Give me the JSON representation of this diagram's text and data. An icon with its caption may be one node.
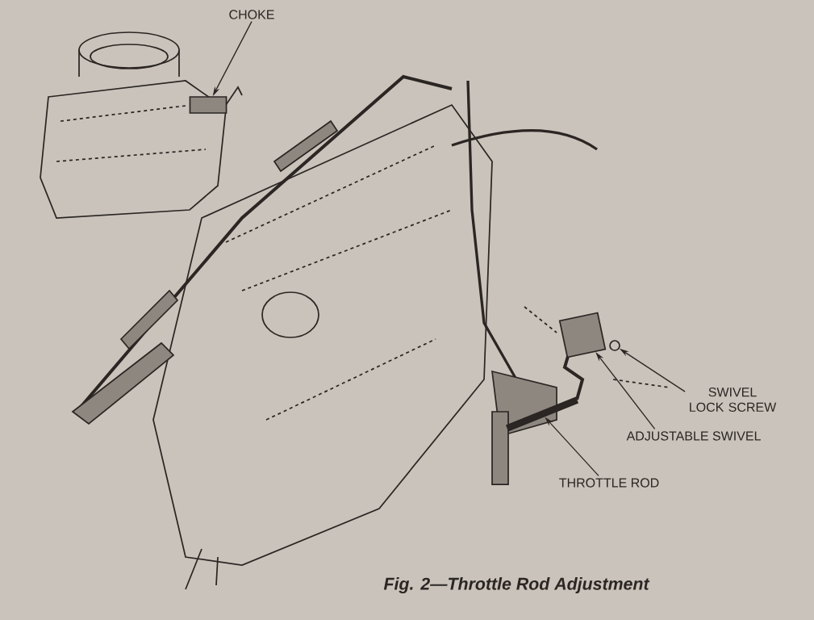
{
  "diagram": {
    "caption": "Fig. 2—Throttle Rod Adjustment",
    "nodes": [
      {
        "text": [
          "CHOKE"
        ]
      },
      {
        "text": [
          "SWIVEL LOCK SCREW"
        ]
      },
      {
        "text": [
          "ADJUSTABLE SWIVEL"
        ]
      },
      {
        "text": [
          "THROTTLE ROD"
        ]
      },
      {
        "text": [],
        "shape": "box"
      },
      {
        "text": [],
        "shape": "circle"
      },
      {
        "text": [],
        "shape": "box"
      },
      {
        "text": [],
        "shape": "bar"
      }
    ],
    "edges": [
      {
        "from": 0,
        "to": 4,
        "arrow": "to"
      },
      {
        "from": 1,
        "to": 5,
        "arrow": "to"
      },
      {
        "from": 2,
        "to": 6,
        "arrow": "to"
      },
      {
        "from": 3,
        "to": 7,
        "arrow": "to"
      }
    ]
  }
}
